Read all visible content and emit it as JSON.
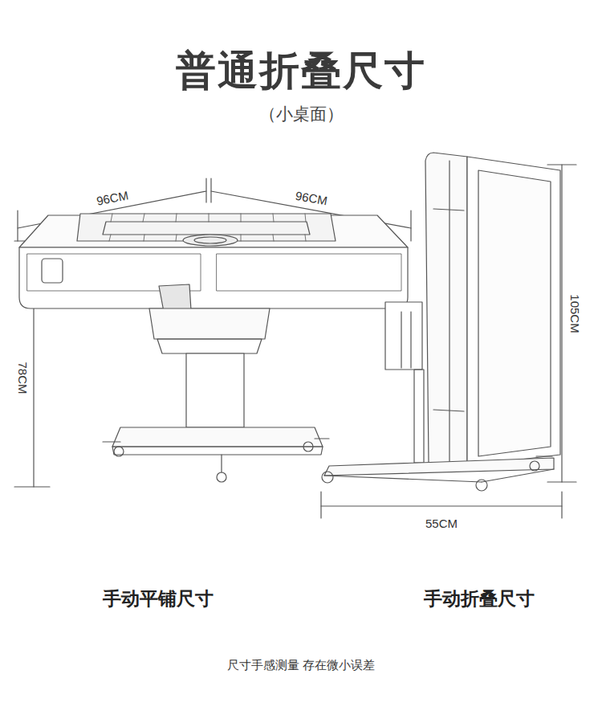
{
  "diagram": {
    "title": "普通折叠尺寸",
    "caption": "尺寸手感测量 存在微小误差",
    "labels": [
      "（小桌面）",
      "96CM",
      "96CM",
      "78CM",
      "105CM",
      "55CM",
      "手动平铺尺寸",
      "手动折叠尺寸"
    ]
  }
}
